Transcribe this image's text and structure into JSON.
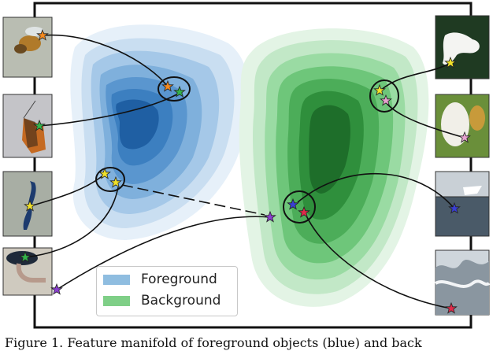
{
  "legend": {
    "foreground_label": "Foreground",
    "background_label": "Background",
    "foreground_color": "#8fbde0",
    "background_color": "#7fcf87"
  },
  "caption": "Figure 1. Feature manifold of foreground objects (blue) and back",
  "colors": {
    "blue_dark": "#1f5fa3",
    "green_dark": "#1e6e2a",
    "star_orange": "#f58a1f",
    "star_green": "#33b44a",
    "star_yellow": "#f0e12a",
    "star_pink": "#e7a2cf",
    "star_purple": "#8b3fd0",
    "star_blue": "#3a3fd6",
    "star_red": "#e02a4a"
  },
  "images": {
    "left": [
      "bee-photo",
      "butterfly-photo",
      "bird-photo",
      "bird-photo-2"
    ],
    "right": [
      "white-cutout-photo",
      "leaf-photo",
      "boat-photo",
      "water-photo"
    ]
  }
}
